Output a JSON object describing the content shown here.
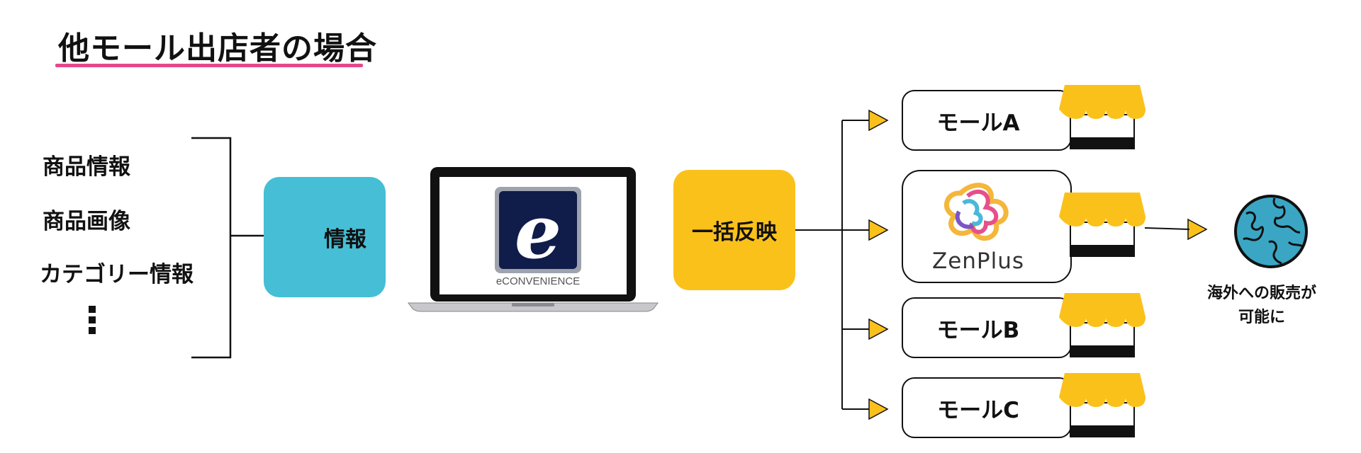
{
  "title": "他モール出店者の場合",
  "left_items": [
    "商品情報",
    "商品画像",
    "カテゴリー情報"
  ],
  "info_box": {
    "label": "情報"
  },
  "laptop": {
    "brand_text": "eCONVENIENCE"
  },
  "reflect_box": {
    "label": "一括反映"
  },
  "malls": [
    {
      "label": "モールA"
    },
    {
      "label": "ZenPlus"
    },
    {
      "label": "モールB"
    },
    {
      "label": "モールC"
    }
  ],
  "global_note": {
    "line1": "海外への販売が",
    "line2": "可能に"
  },
  "colors": {
    "accent_pink": "#e5488a",
    "info_blue": "#45bed6",
    "reflect_yellow": "#fbc11b",
    "awning_yellow": "#fbc11b",
    "globe_blue": "#3aa6c4"
  },
  "icons": [
    "laptop-icon",
    "econvenience-logo",
    "zenplus-logo",
    "shop-awning-icon",
    "globe-icon",
    "arrow-icon"
  ]
}
